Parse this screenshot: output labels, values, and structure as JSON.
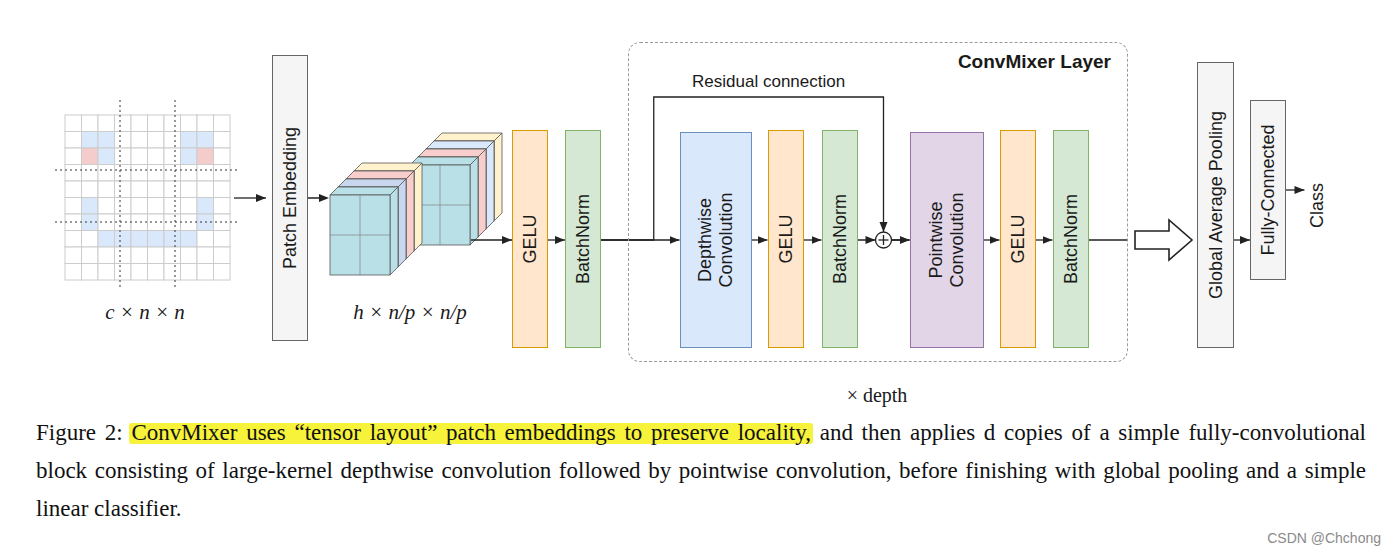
{
  "diagram": {
    "caption": "Figure 2: ConvMixer uses “tensor layout” patch embeddings to preserve locality, and then applies d copies of a simple fully-convolutional block consisting of large-kernel depthwise convolution followed by pointwise convolution, before finishing with global pooling and a simple linear classifier.",
    "nodes": [
      {
        "text": [
          "Patch Embedding"
        ]
      },
      {
        "text": [
          "GELU"
        ]
      },
      {
        "text": [
          "BatchNorm"
        ]
      },
      {
        "text": [
          "ConvMixer Layer"
        ]
      },
      {
        "text": [
          "Depthwise Convolution"
        ],
        "in": 3
      },
      {
        "text": [
          "GELU"
        ],
        "in": 3
      },
      {
        "text": [
          "BatchNorm"
        ],
        "in": 3
      },
      {
        "text": [
          "Pointwise Convolution"
        ],
        "in": 3
      },
      {
        "text": [
          "GELU"
        ],
        "in": 3
      },
      {
        "text": [
          "BatchNorm"
        ],
        "in": 3
      },
      {
        "text": [
          "Global Average Pooling"
        ]
      },
      {
        "text": [
          "Fully-Connected"
        ]
      }
    ],
    "edges": [
      {
        "from": 0,
        "to": 1,
        "arrow": "to"
      },
      {
        "from": 1,
        "to": 2,
        "arrow": "to"
      },
      {
        "from": 2,
        "to": 4,
        "arrow": "to"
      },
      {
        "from": 2,
        "to": 7,
        "arrow": "to",
        "label": "Residual connection"
      },
      {
        "from": 4,
        "to": 5,
        "arrow": "to"
      },
      {
        "from": 5,
        "to": 6,
        "arrow": "to"
      },
      {
        "from": 6,
        "to": 7,
        "arrow": "to"
      },
      {
        "from": 7,
        "to": 8,
        "arrow": "to"
      },
      {
        "from": 8,
        "to": 9,
        "arrow": "to"
      },
      {
        "from": 9,
        "to": 10,
        "arrow": "to"
      },
      {
        "from": 10,
        "to": 11,
        "arrow": "to"
      }
    ],
    "labels": [
      "c × n × n",
      "h × n/p × n/p",
      "× depth",
      "Class",
      "CSDN @Chchong"
    ]
  }
}
